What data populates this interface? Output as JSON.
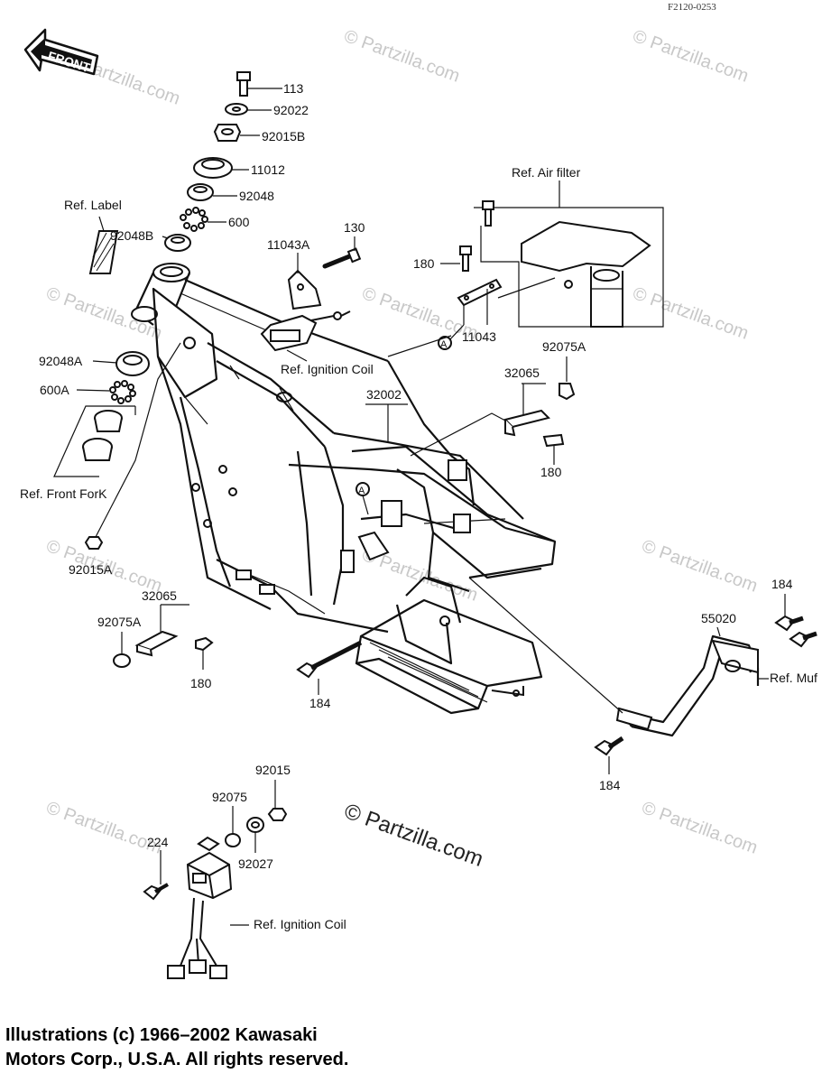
{
  "diagram_code": "F2120-0253",
  "front_arrow_label": "FRONT",
  "watermark_text": "© Partzilla.com",
  "center_watermark": "© Partzilla.com",
  "copyright": {
    "line1": "Illustrations (c) 1966–2002 Kawasaki",
    "line2": "Motors Corp., U.S.A.  All rights reserved."
  },
  "callouts": {
    "c113": "113",
    "c92022": "92022",
    "c92015B": "92015B",
    "c11012": "11012",
    "c92048": "92048",
    "c600": "600",
    "c92048B": "92048B",
    "ref_label": "Ref. Label",
    "c11043A": "11043A",
    "c130": "130",
    "ref_ignition_coil_top": "Ref. Ignition Coil",
    "ref_air_filter": "Ref. Air filter",
    "c180_top": "180",
    "c11043": "11043",
    "marker_a_top": "A",
    "c92075A_top": "92075A",
    "c32065_right": "32065",
    "c180_right": "180",
    "c32002": "32002",
    "marker_a_mid": "A",
    "c92048A": "92048A",
    "c600A": "600A",
    "ref_front_fork": "Ref. Front ForK",
    "c92015A": "92015A",
    "c32065_left": "32065",
    "c92075A_left": "92075A",
    "c180_left": "180",
    "c184_center": "184",
    "c184_top_right": "184",
    "c55020": "55020",
    "ref_muffler": "Ref. Muf",
    "c184_bottom_right": "184",
    "c92015": "92015",
    "c92075": "92075",
    "c224": "224",
    "c92027": "92027",
    "ref_ignition_coil_bottom": "Ref. Ignition Coil"
  }
}
